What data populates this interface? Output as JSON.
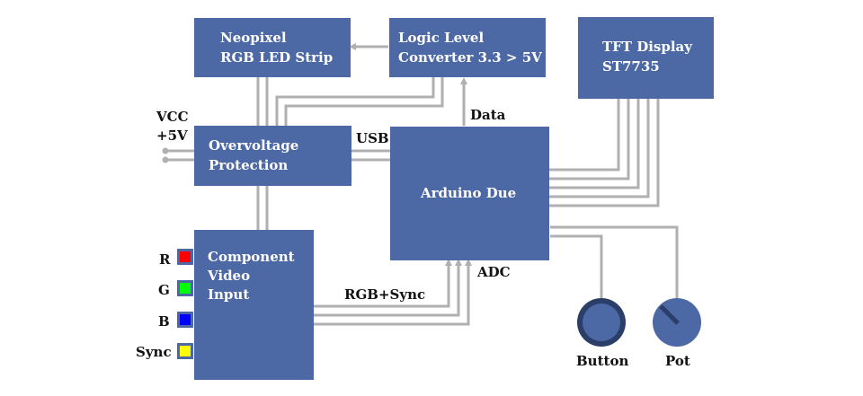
{
  "colors": {
    "box": "#4c69a6",
    "box_text": "#ffffff",
    "wire": "#b0b0b0",
    "button_ring": "#2b3e68",
    "label": "#111111"
  },
  "blocks": {
    "neopixel": {
      "line1": "Neopixel",
      "line2": "RGB LED Strip"
    },
    "logic_level": {
      "line1": "Logic Level",
      "line2": "Converter 3.3 > 5V"
    },
    "tft": {
      "line1": "TFT Display",
      "line2": "ST7735"
    },
    "overvoltage": {
      "line1": "Overvoltage",
      "line2": "Protection"
    },
    "arduino": {
      "label": "Arduino Due"
    },
    "component_video": {
      "line1": "Component",
      "line2": "Video",
      "line3": "Input"
    }
  },
  "labels": {
    "vcc_line1": "VCC",
    "vcc_line2": "+5V",
    "usb": "USB",
    "data": "Data",
    "adc": "ADC",
    "rgb_sync": "RGB+Sync",
    "button": "Button",
    "pot": "Pot"
  },
  "inputs": [
    {
      "label": "R",
      "color": "#ff0000"
    },
    {
      "label": "G",
      "color": "#00ff00"
    },
    {
      "label": "B",
      "color": "#0000ff"
    },
    {
      "label": "Sync",
      "color": "#ffff00"
    }
  ]
}
